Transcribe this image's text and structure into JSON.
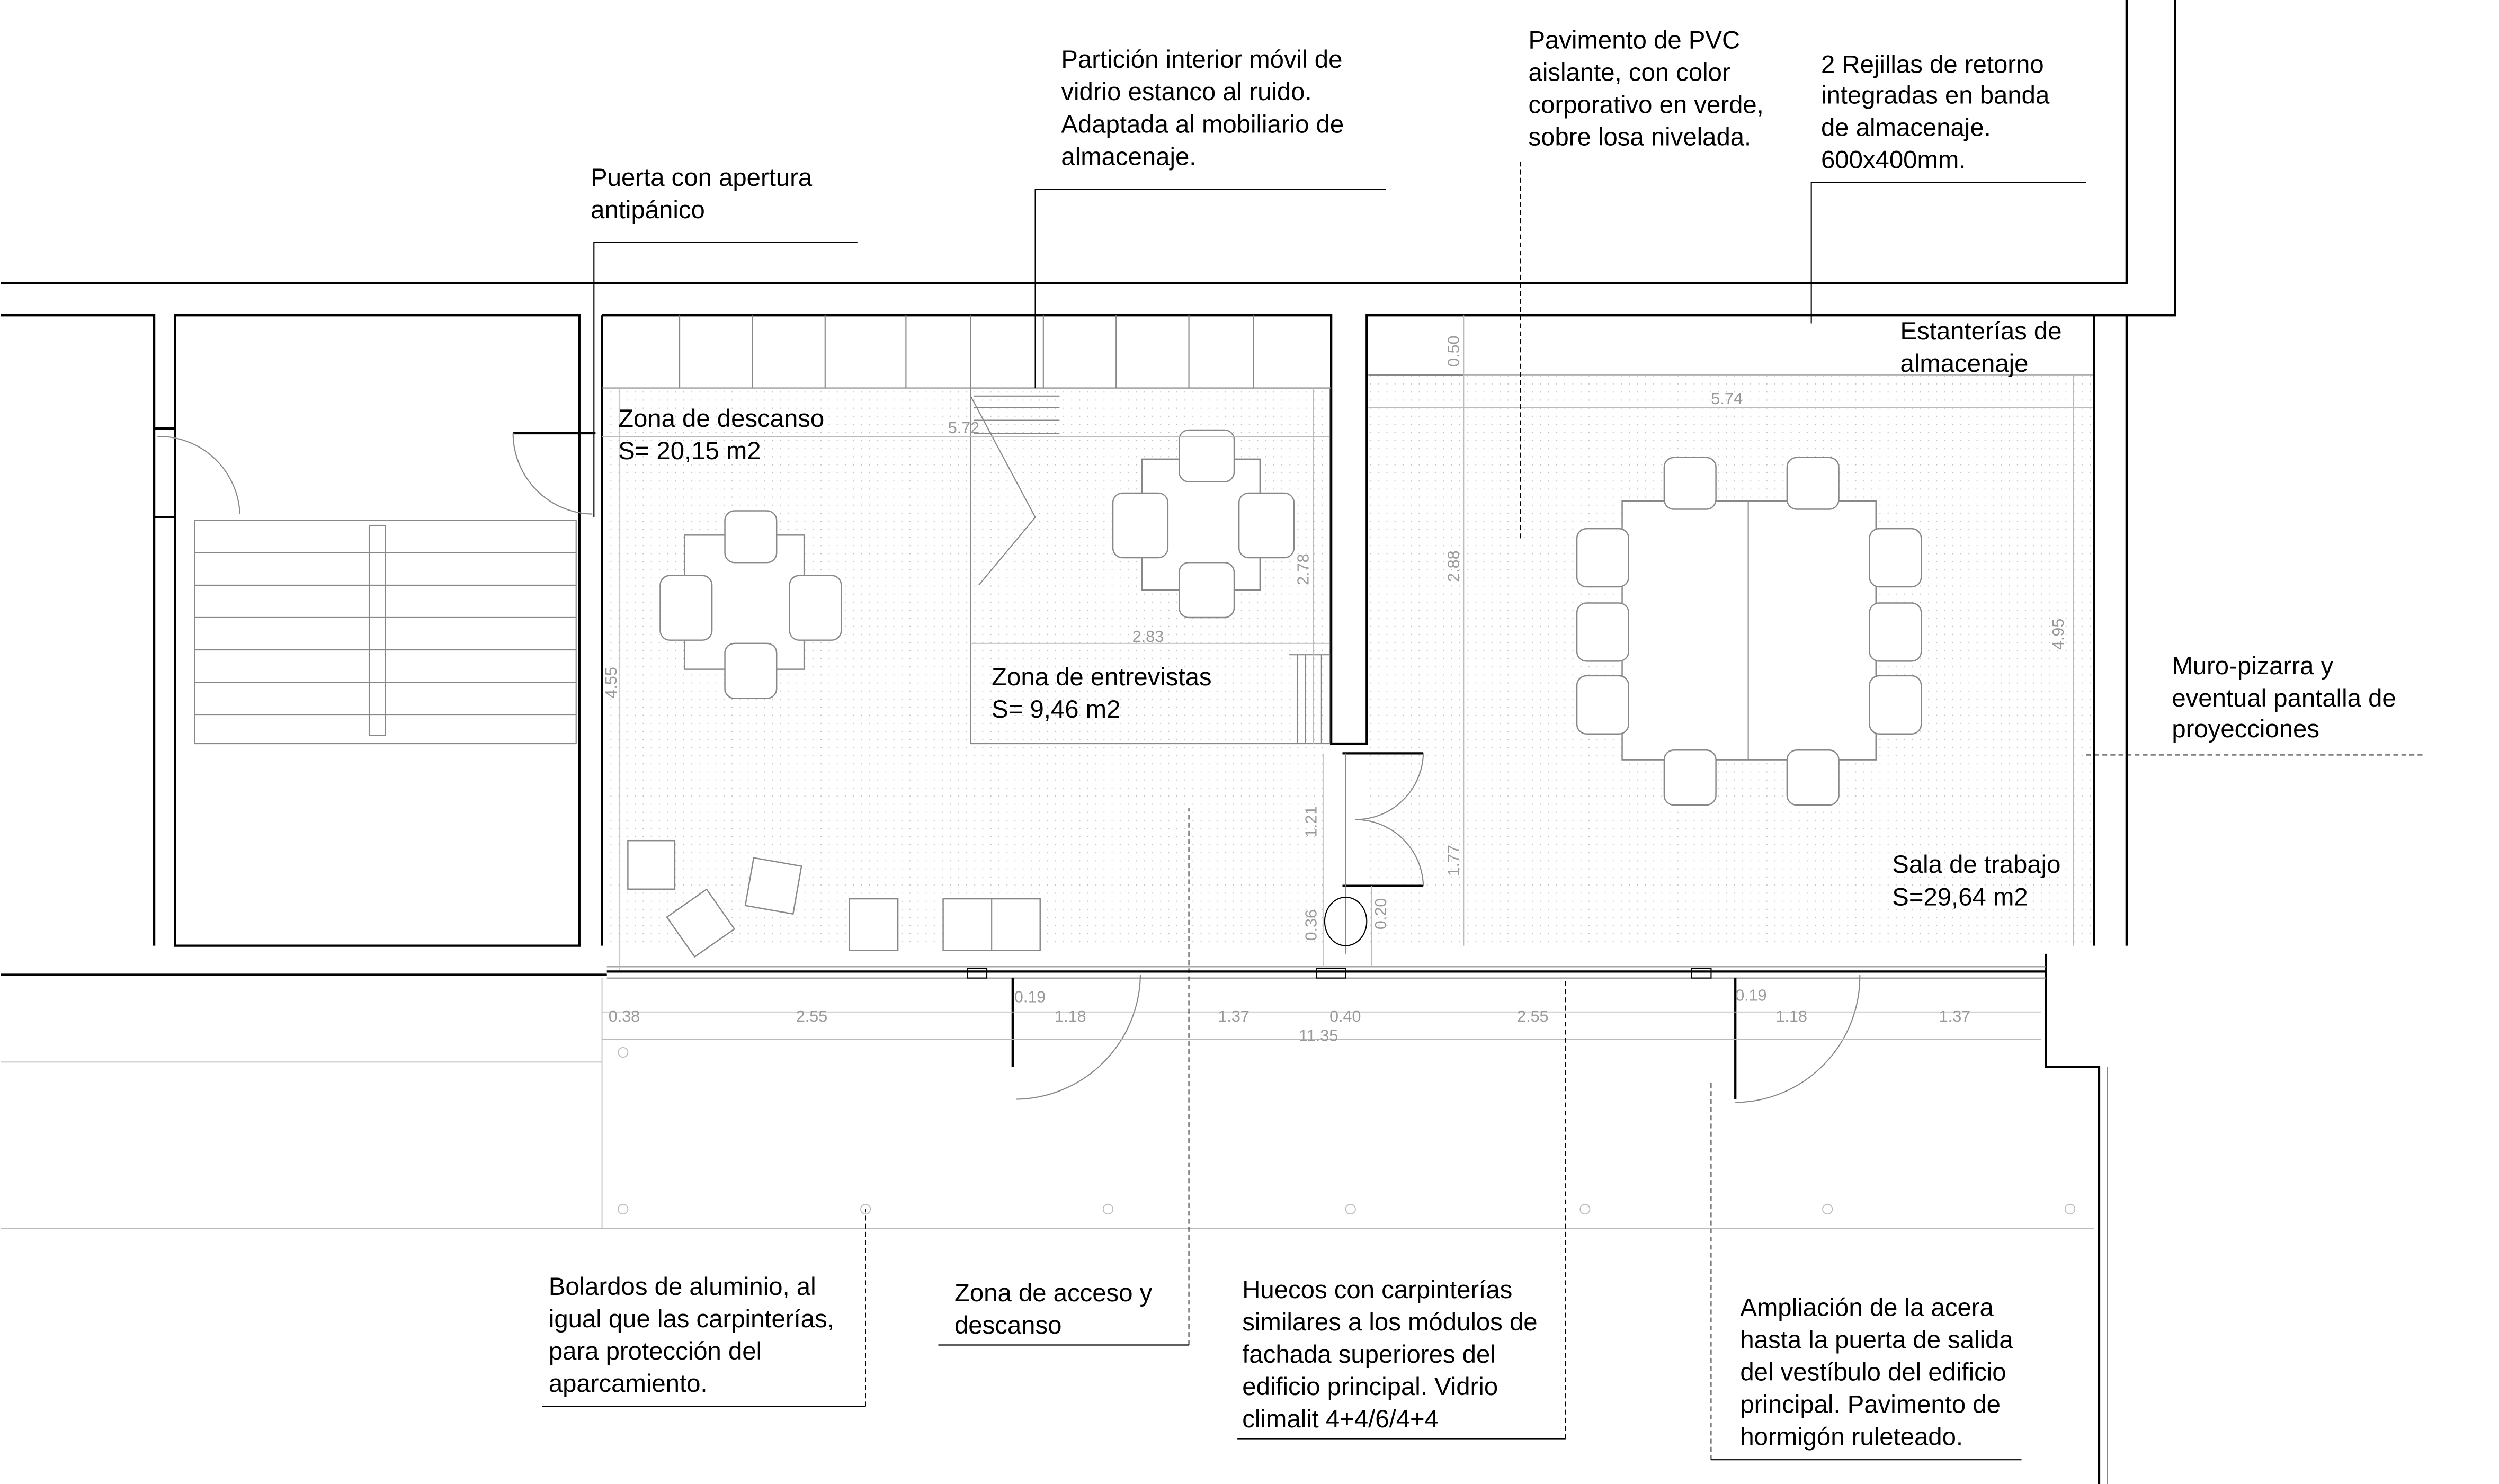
{
  "rooms": {
    "descanso": {
      "name": "Zona de descanso",
      "area": "S= 20,15 m2"
    },
    "entrevistas": {
      "name": "Zona de entrevistas",
      "area": "S= 9,46 m2"
    },
    "trabajo": {
      "name": "Sala de trabajo",
      "area": "S=29,64 m2"
    }
  },
  "annotations": {
    "puerta": [
      "Puerta con apertura",
      "antipánico"
    ],
    "particion": [
      "Partición interior móvil de",
      "vidrio estanco al ruido.",
      "Adaptada al mobiliario de",
      "almacenaje."
    ],
    "pavimento": [
      "Pavimento de PVC",
      "aislante, con color",
      "corporativo en verde,",
      "sobre losa nivelada."
    ],
    "rejillas": [
      "2 Rejillas de retorno",
      "integradas en banda",
      "de almacenaje.",
      "600x400mm."
    ],
    "estanterias": [
      "Estanterías de",
      "almacenaje"
    ],
    "muro": [
      "Muro-pizarra y",
      "eventual pantalla de",
      "proyecciones"
    ],
    "bolardos": [
      "Bolardos de aluminio, al",
      "igual que las carpinterías,",
      "para protección del",
      "aparcamiento."
    ],
    "acceso": [
      "Zona de acceso y",
      "descanso"
    ],
    "huecos": [
      "Huecos con carpinterías",
      "similares a los módulos de",
      "fachada superiores del",
      "edificio principal. Vidrio",
      "climalit 4+4/6/4+4"
    ],
    "acera": [
      "Ampliación de la acera",
      "hasta la puerta de salida",
      "del vestíbulo del edificio",
      "principal. Pavimento de",
      "hormigón ruleteado."
    ]
  },
  "dimensions": {
    "interior": [
      "5.72",
      "2.78",
      "2.83",
      "4.55",
      "0.50",
      "5.74",
      "2.88",
      "4.95",
      "1.21",
      "1.77",
      "0.36",
      "0.20"
    ],
    "facade": [
      "0.38",
      "2.55",
      "0.19",
      "1.18",
      "1.37",
      "0.40",
      "2.55",
      "0.19",
      "1.18",
      "1.37"
    ],
    "total": "11.35"
  }
}
